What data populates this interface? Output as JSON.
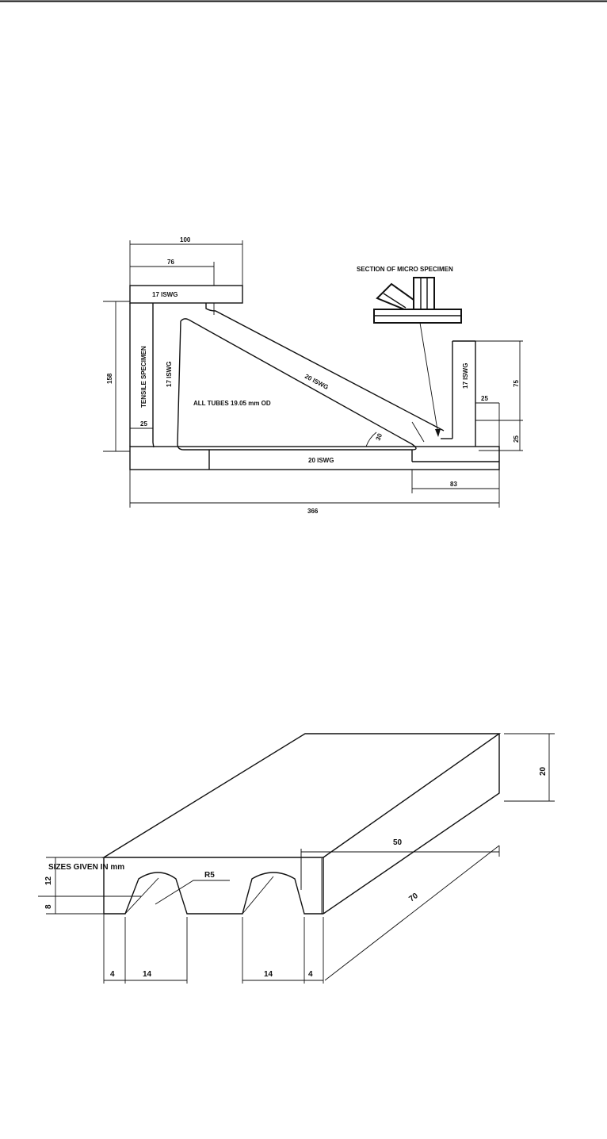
{
  "figure1": {
    "dims": {
      "d100": "100",
      "d76": "76",
      "d158": "158",
      "d25_left": "25",
      "d75": "75",
      "d25_right_small": "25",
      "d25_right_side": "25",
      "d83": "83",
      "d366": "366"
    },
    "labels": {
      "top_tube": "17 ISWG",
      "tensile": "TENSILE SPECIMEN",
      "left_vertical": "17 ISWG",
      "diagonal": "20 ISWG",
      "all_tubes": "ALL TUBES 19.05 mm OD",
      "angle": "30",
      "bottom_tube": "20 ISWG",
      "right_vertical": "17 ISWG",
      "section_title": "SECTION OF MICRO SPECIMEN"
    }
  },
  "figure2": {
    "note": "SIZES GIVEN IN mm",
    "dims": {
      "d50": "50",
      "d20": "20",
      "d12": "12",
      "d8": "8",
      "r5": "R5",
      "d70": "70",
      "d4_left": "4",
      "d14_left": "14",
      "d14_right": "14",
      "d4_right": "4"
    }
  }
}
